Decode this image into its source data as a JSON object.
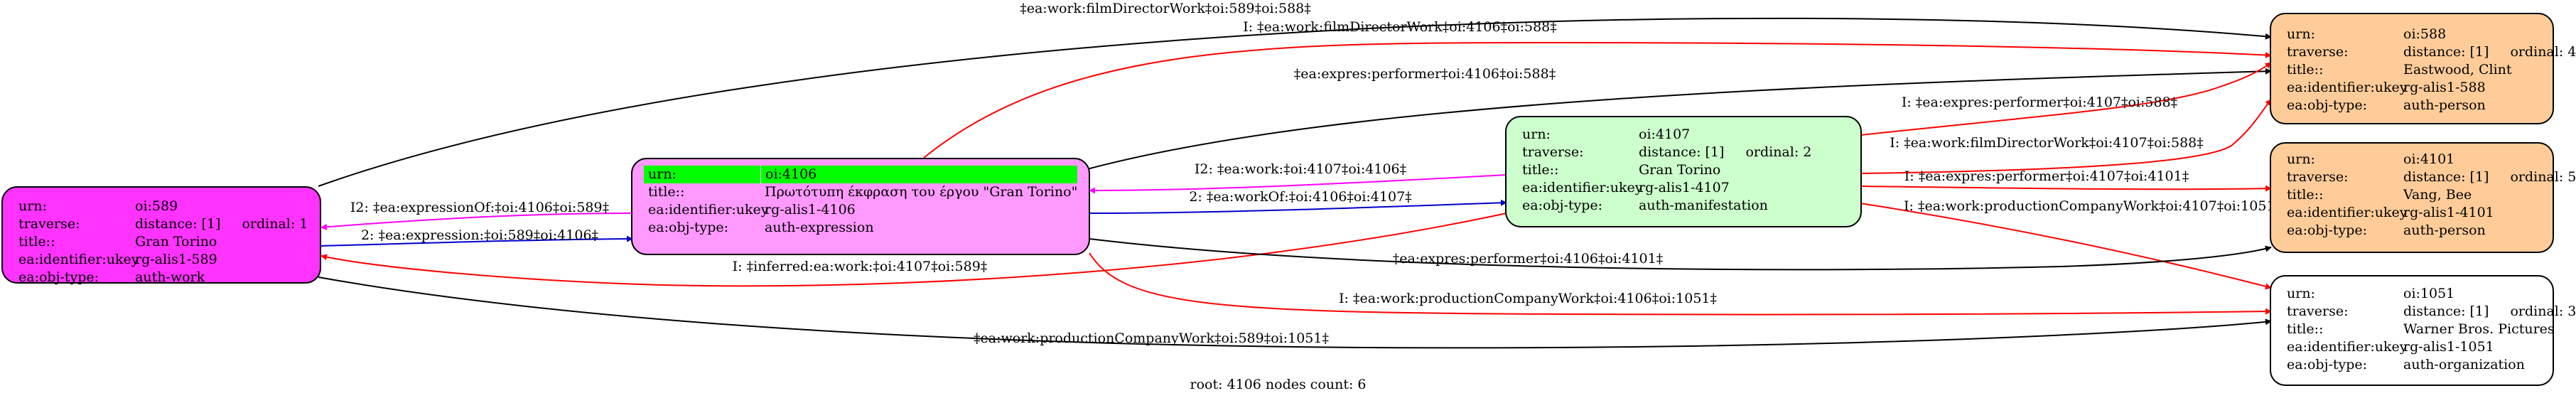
{
  "nodes": [
    {
      "id": "oi589",
      "fill": "#ff33ff",
      "highlight": false,
      "rows": [
        {
          "key": "urn:",
          "value": "oi:589"
        },
        {
          "key": "traverse:",
          "value": "distance: [1]",
          "extra": "ordinal: 1"
        },
        {
          "key": "title::",
          "value": "Gran Torino"
        },
        {
          "key": "ea:identifier:ukey",
          "value": "rg-alis1-589"
        },
        {
          "key": "ea:obj-type:",
          "value": "auth-work"
        }
      ]
    },
    {
      "id": "oi4106",
      "fill": "#ff99ff",
      "highlight": true,
      "rows": [
        {
          "key": "urn:",
          "value": "oi:4106"
        },
        {
          "key": "title::",
          "value": "Πρωτότυπη έκφραση του έργου \"Gran Torino\""
        },
        {
          "key": "ea:identifier:ukey",
          "value": "rg-alis1-4106"
        },
        {
          "key": "ea:obj-type:",
          "value": "auth-expression"
        }
      ]
    },
    {
      "id": "oi4107",
      "fill": "#ccffcc",
      "highlight": false,
      "rows": [
        {
          "key": "urn:",
          "value": "oi:4107"
        },
        {
          "key": "traverse:",
          "value": "distance: [1]",
          "extra": "ordinal: 2"
        },
        {
          "key": "title::",
          "value": "Gran Torino"
        },
        {
          "key": "ea:identifier:ukey",
          "value": "rg-alis1-4107"
        },
        {
          "key": "ea:obj-type:",
          "value": "auth-manifestation"
        }
      ]
    },
    {
      "id": "oi588",
      "fill": "#ffcc99",
      "highlight": false,
      "rows": [
        {
          "key": "urn:",
          "value": "oi:588"
        },
        {
          "key": "traverse:",
          "value": "distance: [1]",
          "extra": "ordinal: 4"
        },
        {
          "key": "title::",
          "value": "Eastwood, Clint"
        },
        {
          "key": "ea:identifier:ukey",
          "value": "rg-alis1-588"
        },
        {
          "key": "ea:obj-type:",
          "value": "auth-person"
        }
      ]
    },
    {
      "id": "oi4101",
      "fill": "#ffcc99",
      "highlight": false,
      "rows": [
        {
          "key": "urn:",
          "value": "oi:4101"
        },
        {
          "key": "traverse:",
          "value": "distance: [1]",
          "extra": "ordinal: 5"
        },
        {
          "key": "title::",
          "value": "Vang, Bee"
        },
        {
          "key": "ea:identifier:ukey",
          "value": "rg-alis1-4101"
        },
        {
          "key": "ea:obj-type:",
          "value": "auth-person"
        }
      ]
    },
    {
      "id": "oi1051",
      "fill": "#ffffff",
      "highlight": false,
      "rows": [
        {
          "key": "urn:",
          "value": "oi:1051"
        },
        {
          "key": "traverse:",
          "value": "distance: [1]",
          "extra": "ordinal: 3"
        },
        {
          "key": "title::",
          "value": "Warner Bros. Pictures"
        },
        {
          "key": "ea:identifier:ukey",
          "value": "rg-alis1-1051"
        },
        {
          "key": "ea:obj-type:",
          "value": "auth-organization"
        }
      ]
    }
  ],
  "edges": [
    {
      "id": "e1",
      "label": "‡ea:work:filmDirectorWork‡oi:589‡oi:588‡",
      "color": "#000000"
    },
    {
      "id": "e2",
      "label": "I: ‡ea:work:filmDirectorWork‡oi:4106‡oi:588‡",
      "color": "#ff0000"
    },
    {
      "id": "e3",
      "label": "‡ea:expres:performer‡oi:4106‡oi:588‡",
      "color": "#000000"
    },
    {
      "id": "e4",
      "label": "I: ‡ea:expres:performer‡oi:4107‡oi:588‡",
      "color": "#ff0000"
    },
    {
      "id": "e5",
      "label": "I: ‡ea:work:filmDirectorWork‡oi:4107‡oi:588‡",
      "color": "#ff0000"
    },
    {
      "id": "e6",
      "label": "I2: ‡ea:work:‡oi:4107‡oi:4106‡",
      "color": "#ff00ff"
    },
    {
      "id": "e7",
      "label": "I: ‡ea:expres:performer‡oi:4107‡oi:4101‡",
      "color": "#ff0000"
    },
    {
      "id": "e8",
      "label": "2: ‡ea:workOf:‡oi:4106‡oi:4107‡",
      "color": "#0000cc"
    },
    {
      "id": "e9",
      "label": "I2: ‡ea:expressionOf:‡oi:4106‡oi:589‡",
      "color": "#ff00ff"
    },
    {
      "id": "e10",
      "label": "I: ‡ea:work:productionCompanyWork‡oi:4107‡oi:1051‡",
      "color": "#ff0000"
    },
    {
      "id": "e11",
      "label": "2: ‡ea:expression:‡oi:589‡oi:4106‡",
      "color": "#0000cc"
    },
    {
      "id": "e12",
      "label": "I: ‡inferred:ea:work:‡oi:4107‡oi:589‡",
      "color": "#ff0000"
    },
    {
      "id": "e13",
      "label": "‡ea:expres:performer‡oi:4106‡oi:4101‡",
      "color": "#000000"
    },
    {
      "id": "e14",
      "label": "I: ‡ea:work:productionCompanyWork‡oi:4106‡oi:1051‡",
      "color": "#ff0000"
    },
    {
      "id": "e15",
      "label": "‡ea:work:productionCompanyWork‡oi:589‡oi:1051‡",
      "color": "#000000"
    }
  ],
  "footer": "root: 4106 nodes count: 6"
}
